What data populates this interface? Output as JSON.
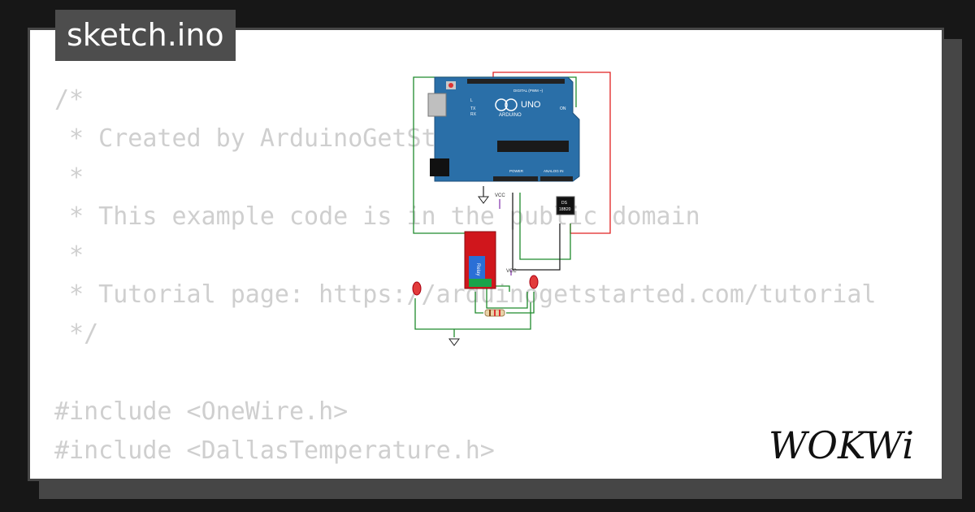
{
  "file": {
    "name": "sketch.ino"
  },
  "code_lines": [
    "/*",
    " * Created by ArduinoGetStarted.com",
    " *",
    " * This example code is in the public domain",
    " *",
    " * Tutorial page: https://arduinogetstarted.com/tutorial",
    " */",
    "",
    "#include <OneWire.h>",
    "#include <DallasTemperature.h>"
  ],
  "circuit": {
    "board_brand": "ARDUINO",
    "board_model": "UNO",
    "digital_label": "DIGITAL (PWM ~)",
    "power_label": "POWER",
    "analog_label": "ANALOG IN",
    "tx_label": "TX",
    "rx_label": "RX",
    "l_label": "L",
    "on_label": "ON",
    "vcc_label_1": "VCC",
    "vcc_label_2": "VCC",
    "sensor_line1": "DS",
    "sensor_line2": "18B20",
    "relay_label": "Relay"
  },
  "brand": {
    "logo_text": "WOKWi"
  },
  "colors": {
    "background": "#171717",
    "card": "#ffffff",
    "title_bg": "#4d4d4d",
    "code_text": "#cfcfcf",
    "board_blue": "#2a6fa8",
    "wire_green": "#1f8a2c",
    "wire_red": "#e02020",
    "relay_red": "#d0161c"
  }
}
